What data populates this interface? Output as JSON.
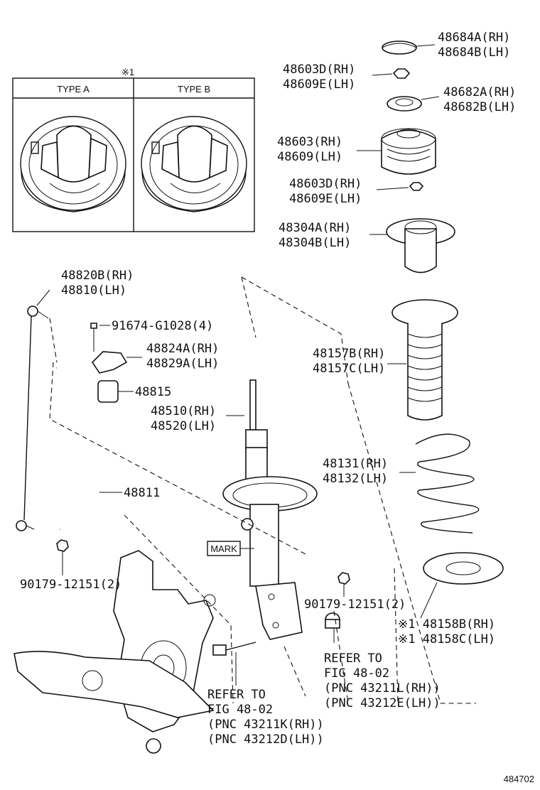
{
  "inset": {
    "note": "※1",
    "type_a": "TYPE A",
    "type_b": "TYPE B"
  },
  "parts": [
    {
      "id": "p1a",
      "text": "48684A(RH)"
    },
    {
      "id": "p1b",
      "text": "48684B(LH)"
    },
    {
      "id": "p2a",
      "text": "48603D(RH)"
    },
    {
      "id": "p2b",
      "text": "48609E(LH)"
    },
    {
      "id": "p3a",
      "text": "48682A(RH)"
    },
    {
      "id": "p3b",
      "text": "48682B(LH)"
    },
    {
      "id": "p4a",
      "text": "48603(RH)"
    },
    {
      "id": "p4b",
      "text": "48609(LH)"
    },
    {
      "id": "p5a",
      "text": "48603D(RH)"
    },
    {
      "id": "p5b",
      "text": "48609E(LH)"
    },
    {
      "id": "p6a",
      "text": "48304A(RH)"
    },
    {
      "id": "p6b",
      "text": "48304B(LH)"
    },
    {
      "id": "p7a",
      "text": "48820B(RH)"
    },
    {
      "id": "p7b",
      "text": "48810(LH)"
    },
    {
      "id": "p8",
      "text": "91674-G1028(4)"
    },
    {
      "id": "p9a",
      "text": "48824A(RH)"
    },
    {
      "id": "p9b",
      "text": "48829A(LH)"
    },
    {
      "id": "p10a",
      "text": "48157B(RH)"
    },
    {
      "id": "p10b",
      "text": "48157C(LH)"
    },
    {
      "id": "p11",
      "text": "48815"
    },
    {
      "id": "p12a",
      "text": "48510(RH)"
    },
    {
      "id": "p12b",
      "text": "48520(LH)"
    },
    {
      "id": "p13a",
      "text": "48131(RH)"
    },
    {
      "id": "p13b",
      "text": "48132(LH)"
    },
    {
      "id": "p14",
      "text": "48811"
    },
    {
      "id": "p15",
      "text": "90179-12151(2)"
    },
    {
      "id": "p16",
      "text": "90179-12151(2)"
    },
    {
      "id": "p17a",
      "text": "※1 48158B(RH)"
    },
    {
      "id": "p17b",
      "text": "※1 48158C(LH)"
    }
  ],
  "mark_label": "MARK",
  "refer_right": [
    "REFER TO",
    "FIG 48-02",
    "(PNC 43211L(RH))",
    "(PNC 43212E(LH))"
  ],
  "refer_left": [
    "REFER TO",
    "FIG 48-02",
    "(PNC 43211K(RH))",
    "(PNC 43212D(LH))"
  ],
  "figure_number": "484702"
}
